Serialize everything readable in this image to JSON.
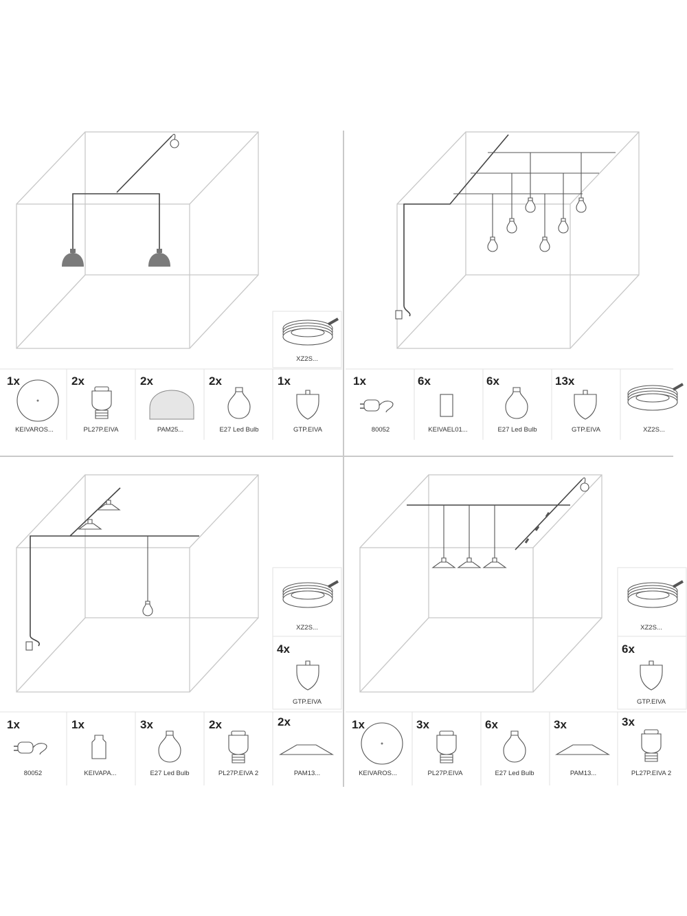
{
  "quadrants": [
    {
      "id": "q1",
      "parts": [
        {
          "count": "1x",
          "name": "KEIVAROS...",
          "icon": "ceiling-rose-icon"
        },
        {
          "count": "2x",
          "name": "PL27P.EIVA",
          "icon": "lamp-holder-icon"
        },
        {
          "count": "2x",
          "name": "PAM25...",
          "icon": "dome-shade-icon"
        },
        {
          "count": "2x",
          "name": "E27 Led Bulb",
          "icon": "bulb-icon"
        },
        {
          "count": "1x",
          "name": "GTP.EIVA",
          "icon": "cable-guide-icon"
        }
      ],
      "cable": {
        "name": "XZ2S...",
        "icon": "cable-coil-icon"
      }
    },
    {
      "id": "q2",
      "parts": [
        {
          "count": "1x",
          "name": "80052",
          "icon": "plug-icon"
        },
        {
          "count": "6x",
          "name": "KEIVAEL01...",
          "icon": "switch-plate-icon"
        },
        {
          "count": "6x",
          "name": "E27 Led Bulb",
          "icon": "bulb-icon"
        },
        {
          "count": "13x",
          "name": "GTP.EIVA",
          "icon": "cable-guide-icon"
        },
        {
          "count": "",
          "name": "XZ2S...",
          "icon": "cable-coil-icon"
        }
      ]
    },
    {
      "id": "q3",
      "parts": [
        {
          "count": "1x",
          "name": "80052",
          "icon": "plug-icon"
        },
        {
          "count": "1x",
          "name": "KEIVAPA...",
          "icon": "fabric-holder-icon"
        },
        {
          "count": "3x",
          "name": "E27 Led Bulb",
          "icon": "bulb-icon"
        },
        {
          "count": "2x",
          "name": "PL27P.EIVA 2",
          "icon": "lamp-holder-icon"
        },
        {
          "count": "2x",
          "name": "PAM13...",
          "icon": "flat-shade-icon"
        }
      ],
      "side": [
        {
          "count": "",
          "name": "XZ2S...",
          "icon": "cable-coil-icon"
        },
        {
          "count": "4x",
          "name": "GTP.EIVA",
          "icon": "cable-guide-icon"
        }
      ]
    },
    {
      "id": "q4",
      "parts": [
        {
          "count": "1x",
          "name": "KEIVAROS...",
          "icon": "ceiling-rose-icon"
        },
        {
          "count": "3x",
          "name": "PL27P.EIVA",
          "icon": "lamp-holder-icon"
        },
        {
          "count": "6x",
          "name": "E27 Led Bulb",
          "icon": "bulb-icon"
        },
        {
          "count": "3x",
          "name": "PAM13...",
          "icon": "flat-shade-icon"
        },
        {
          "count": "3x",
          "name": "PL27P.EIVA 2",
          "icon": "lamp-holder-icon"
        }
      ],
      "side": [
        {
          "count": "",
          "name": "XZ2S...",
          "icon": "cable-coil-icon"
        },
        {
          "count": "6x",
          "name": "GTP.EIVA",
          "icon": "cable-guide-icon"
        }
      ]
    }
  ]
}
